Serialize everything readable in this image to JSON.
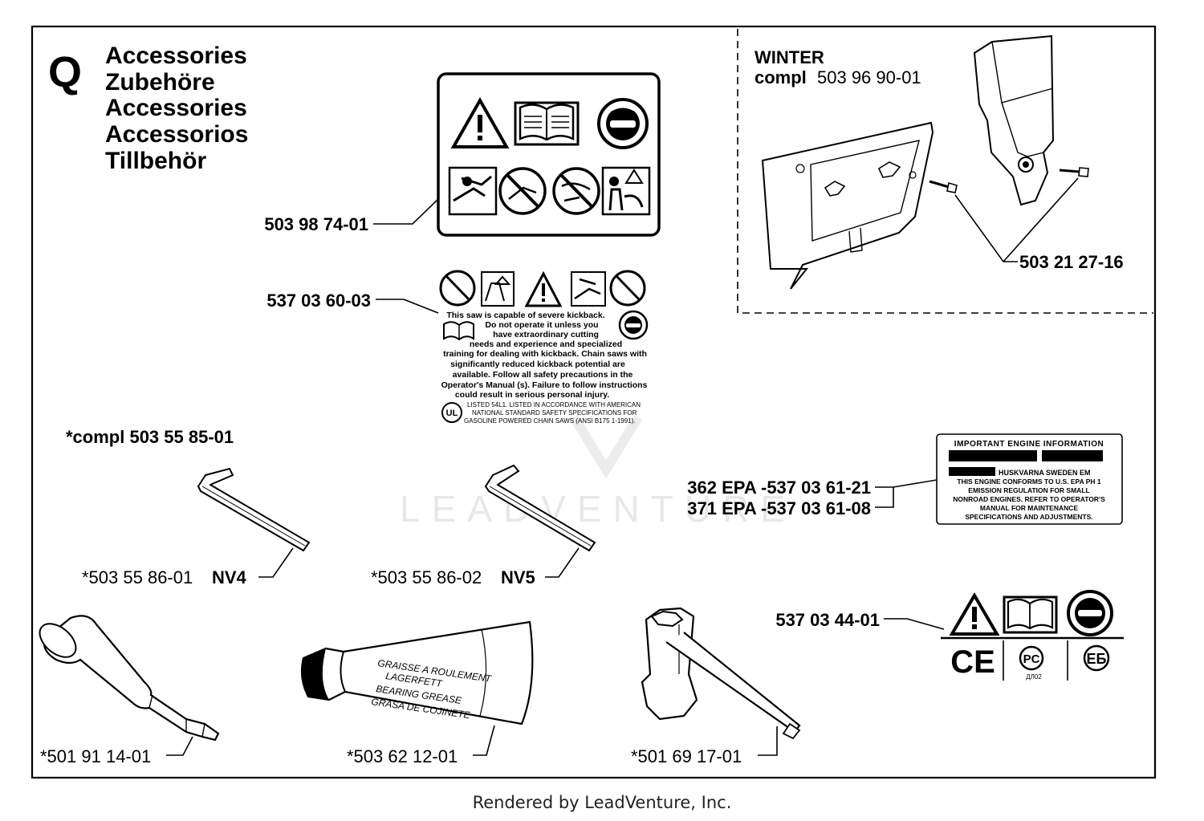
{
  "section": {
    "letter": "Q",
    "titles": [
      "Accessories",
      "Zubehöre",
      "Accessories",
      "Accessorios",
      "Tillbehör"
    ]
  },
  "winter_kit": {
    "heading": "WINTER",
    "compl_prefix": "compl",
    "compl_number": "503 96 90-01",
    "screw_part": "503 21 27-16"
  },
  "parts": {
    "decal_main": "503 98 74-01",
    "kickback_decal": "537 03 60-03",
    "compl_tools": "*compl 503 55 85-01",
    "hex_key_1": {
      "number": "*503 55 86-01",
      "size": "NV4"
    },
    "hex_key_2": {
      "number": "*503 55 86-02",
      "size": "NV5"
    },
    "epa_362": "362 EPA -537 03 61-21",
    "epa_371": "371 EPA -537 03 61-08",
    "ce_decal": "537 03 44-01",
    "grease_gun": "*501 91 14-01",
    "grease_tube": "*503 62 12-01",
    "combi_wrench": "*501 69 17-01"
  },
  "kickback_text": {
    "lines": [
      "This saw is capable of severe kickback.",
      "Do not operate it unless you",
      "have extraordinary cutting",
      "needs and experience and specialized",
      "training for dealing with kickback. Chain saws with",
      "significantly reduced kickback potential are",
      "available. Follow all safety precautions in the",
      "Operator's Manual (s). Failure to follow instructions",
      "could result in serious personal injury."
    ],
    "ul_mark": "UL",
    "listed_lines": [
      "LISTED 54L1. LISTED IN ACCORDANCE WITH AMERICAN",
      "NATIONAL STANDARD SAFETY SPECIFICATIONS FOR",
      "GASOLINE POWERED CHAIN SAWS (ANSI B175 1-1991)."
    ]
  },
  "engine_label": {
    "title": "IMPORTANT ENGINE INFORMATION",
    "maker": "HUSKVARNA SWEDEN EM",
    "lines": [
      "THIS ENGINE CONFORMS TO U.S. EPA PH 1",
      "EMISSION REGULATION FOR SMALL",
      "NONROAD ENGINES. REFER TO OPERATOR'S",
      "MANUAL FOR MAINTENANCE",
      "SPECIFICATIONS AND ADJUSTMENTS."
    ]
  },
  "grease_tube_text": {
    "lines": [
      "GRAISSE A ROULEMENT",
      "LAGERFETT",
      "BEARING GREASE",
      "GRASA DE COJINETE"
    ]
  },
  "ce_decal_marks": {
    "ce": "CE",
    "gost": "PC",
    "gost_sub": "ДЛ02",
    "eac": "ЕБ"
  },
  "watermark": "LEADVENTURE",
  "footer": "Rendered by LeadVenture, Inc."
}
